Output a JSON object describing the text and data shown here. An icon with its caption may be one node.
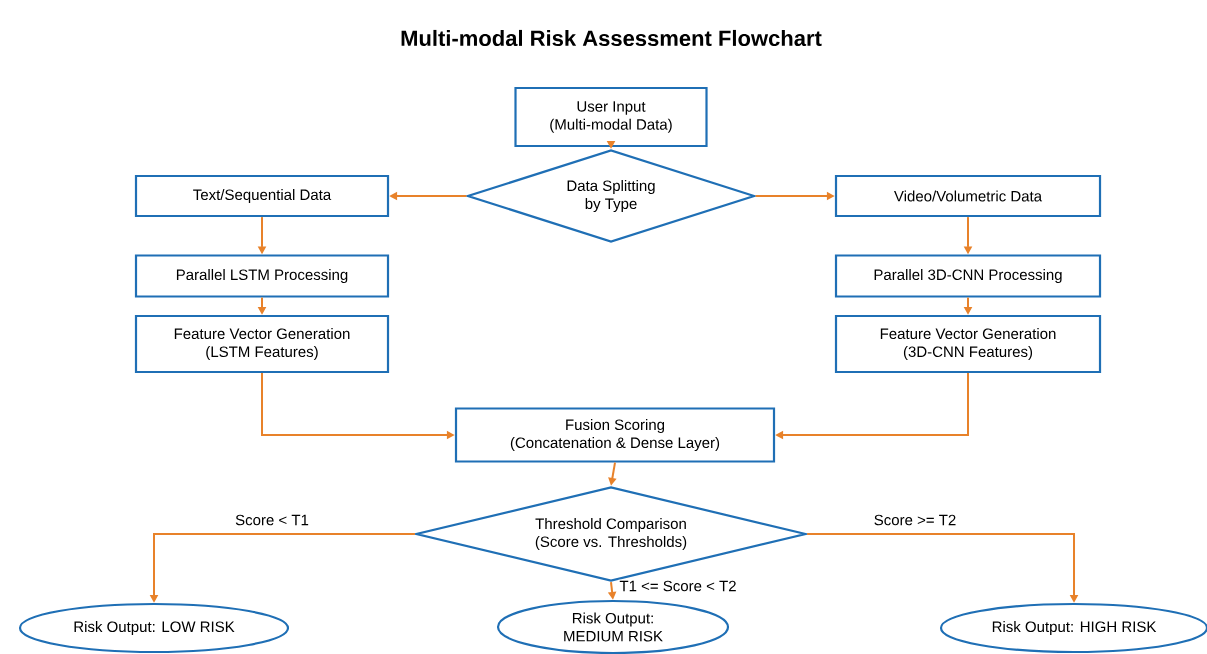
{
  "diagram": {
    "title": "Multi-modal Risk Assessment Flowchart",
    "nodes": [
      {
        "text": [
          "User Input (Multi-modal Data)"
        ]
      },
      {
        "text": [
          "Data Splitting by Type"
        ]
      },
      {
        "text": [
          "Text/Sequential Data"
        ]
      },
      {
        "text": [
          "Video/Volumetric Data"
        ]
      },
      {
        "text": [
          "Parallel LSTM Processing"
        ]
      },
      {
        "text": [
          "Parallel 3D-CNN Processing"
        ]
      },
      {
        "text": [
          "Feature Vector Generation (LSTM Features)"
        ]
      },
      {
        "text": [
          "Feature Vector Generation (3D-CNN Features)"
        ]
      },
      {
        "text": [
          "Fusion Scoring (Concatenation & Dense Layer)"
        ]
      },
      {
        "text": [
          "Threshold Comparison (Score vs. Thresholds)"
        ]
      },
      {
        "text": [
          "Risk Output: LOW RISK"
        ]
      },
      {
        "text": [
          "Risk Output: MEDIUM RISK"
        ]
      },
      {
        "text": [
          "Risk Output: HIGH RISK"
        ]
      }
    ],
    "edges": [
      {
        "from": 0,
        "to": 1,
        "arrow": "to"
      },
      {
        "from": 1,
        "to": 2,
        "arrow": "to"
      },
      {
        "from": 1,
        "to": 3,
        "arrow": "to"
      },
      {
        "from": 2,
        "to": 4,
        "arrow": "to"
      },
      {
        "from": 3,
        "to": 5,
        "arrow": "to"
      },
      {
        "from": 4,
        "to": 6,
        "arrow": "to"
      },
      {
        "from": 5,
        "to": 7,
        "arrow": "to"
      },
      {
        "from": 6,
        "to": 8,
        "arrow": "to"
      },
      {
        "from": 7,
        "to": 8,
        "arrow": "to"
      },
      {
        "from": 8,
        "to": 9,
        "arrow": "to"
      },
      {
        "from": 9,
        "to": 10,
        "arrow": "to",
        "label": "Score < T1"
      },
      {
        "from": 9,
        "to": 11,
        "arrow": "to",
        "label": "T1 <= Score < T2"
      },
      {
        "from": 9,
        "to": 12,
        "arrow": "to",
        "label": "Score >= T2"
      }
    ]
  }
}
